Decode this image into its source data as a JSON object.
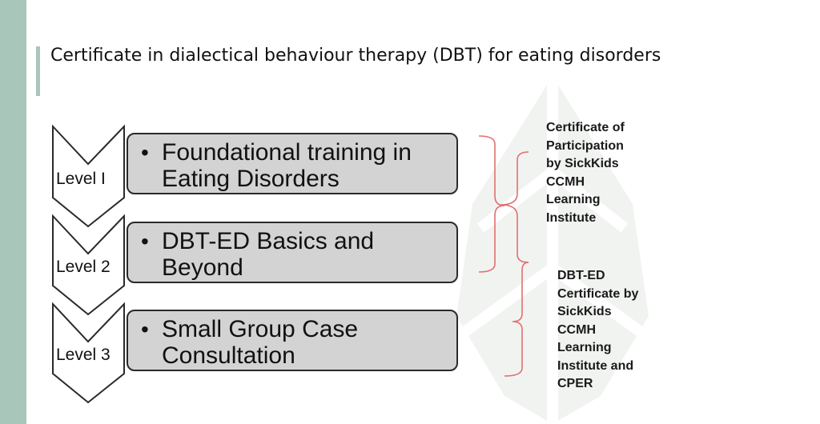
{
  "title": "Certificate in dialectical behaviour therapy (DBT) for eating disorders",
  "levels": [
    {
      "label": "Level I",
      "text": "Foundational training in Eating Disorders"
    },
    {
      "label": "Level 2",
      "text": "DBT-ED Basics and Beyond"
    },
    {
      "label": "Level 3",
      "text": "Small Group Case Consultation"
    }
  ],
  "bullet": "•",
  "certificates": [
    {
      "text": "Certificate of\nParticipation\nby SickKids\nCCMH\nLearning\nInstitute"
    },
    {
      "text": "DBT-ED\nCertificate by\nSickKids\nCCMH\nLearning\nInstitute and\nCPER"
    }
  ],
  "colors": {
    "accent": "#a8c6b9",
    "box_fill": "#d3d3d3",
    "bracket": "#e07070",
    "watermark": "#f1f3f1"
  }
}
